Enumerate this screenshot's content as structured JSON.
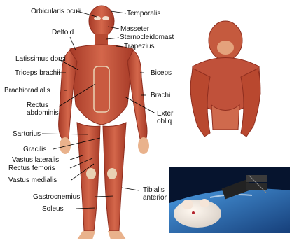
{
  "colors": {
    "muscle": "#c5523a",
    "muscle_dark": "#8f2e1f",
    "tendon": "#e9d2b4",
    "skin_lighter": "#f0c090",
    "space": "#06142e",
    "earth_blue": "#2d7fd0",
    "leader_line": "#000000"
  },
  "labels": {
    "orbicularis_oculi": "Orbicularis oculi",
    "temporalis": "Temporalis",
    "masseter": "Masseter",
    "deltoid": "Deltoid",
    "sternocleidomast": "Sternocleidomast",
    "trapezius": "Trapezius",
    "latissimus_dorsi": "Latissimus dorsi",
    "triceps_brachii": "Triceps brachii",
    "biceps": "Biceps",
    "brachioradialis": "Brachioradialis",
    "brachi": "Brachi",
    "rectus_abdominis": "Rectus\nabdominis",
    "external_oblique": "Exter\nobliq",
    "sartorius": "Sartorius",
    "gracilis": "Gracilis",
    "vastus_lateralis": "Vastus lateralis",
    "rectus_femoris": "Rectus femoris",
    "vastus_medialis": "Vastus medialis",
    "tibialis_anterior": "Tibialis\nanterior",
    "gastrocnemius": "Gastrocnemius",
    "soleus": "Soleus"
  }
}
